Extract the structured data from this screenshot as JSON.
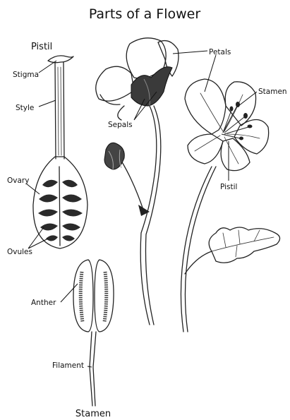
{
  "title": "Parts of a Flower",
  "pistil_panel": {
    "heading": "Pistil",
    "labels": {
      "stigma": "Stigma",
      "style": "Style",
      "ovary": "Ovary",
      "ovules": "Ovules"
    }
  },
  "stamen_panel": {
    "heading": "Stamen",
    "labels": {
      "anther": "Anther",
      "filament": "Filament"
    }
  },
  "flower_labels": {
    "petals": "Petals",
    "sepals": "Sepals",
    "stamen": "Stamen",
    "pistil": "Pistil"
  }
}
